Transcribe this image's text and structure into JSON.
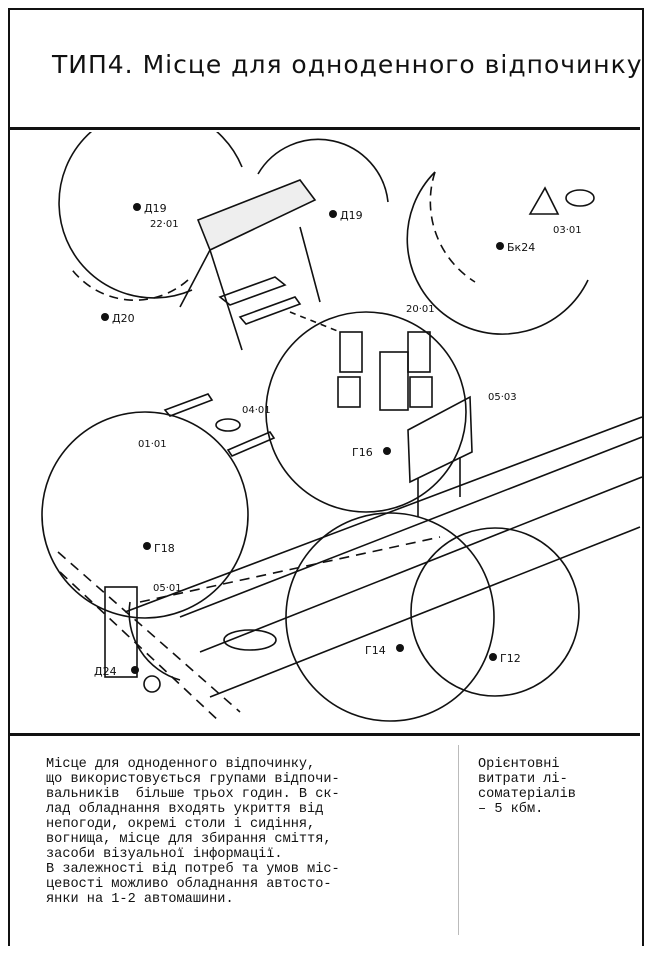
{
  "title": "ТИП4.  Місце для одноденного відпочинку",
  "plan": {
    "trees": [
      "Д19",
      "Д19",
      "Д20",
      "Бк24",
      "Г16",
      "Г18",
      "Г14",
      "Г12",
      "Д24"
    ],
    "codes": [
      "22·01",
      "03·01",
      "20·01",
      "05·03",
      "04·01",
      "01·01",
      "05·01"
    ]
  },
  "description": "Місце для одноденного відпочинку,\nщо використовується групами відпочи-\nвальників  більше трьох годин. В ск-\nлад обладнання входять укриття від\nнепогоди, окремі столи і сидіння,\nвогнища, місце для збирання сміття,\nзасоби візуальної інформації.\nВ залежності від потреб та умов міс-\nцевості можливо обладнання автосто-\nянки на 1-2 автомашини.",
  "cost": "Орієнтовні\nвитрати лі-\nсоматеріалів\n– 5 кбм."
}
